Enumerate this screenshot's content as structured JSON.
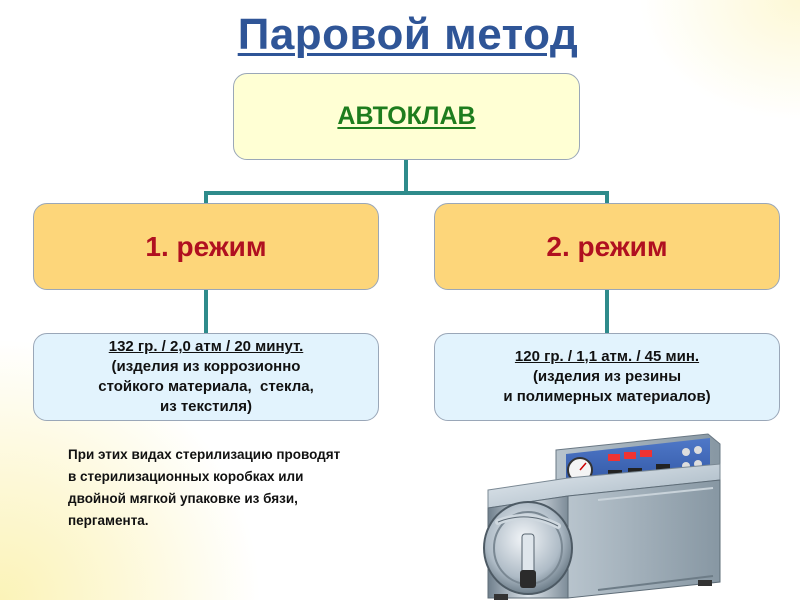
{
  "title": "Паровой метод",
  "root": {
    "label": "АВТОКЛАВ"
  },
  "modes": [
    {
      "label": "1. режим",
      "detail_lines": [
        "132 гр. / 2,0 атм / 20 минут.",
        "(изделия из коррозионно",
        "стойкого материала,  стекла,",
        "из текстиля)"
      ]
    },
    {
      "label": "2. режим",
      "detail_lines": [
        "120 гр. / 1,1 атм. / 45 мин.",
        "(изделия из резины",
        "и полимерных материалов)"
      ]
    }
  ],
  "note_lines": [
    "При этих видах стерилизацию проводят",
    "в стерилизационных коробках или",
    "двойной мягкой упаковке из бязи,",
    "пергамента."
  ],
  "colors": {
    "title": "#2f5597",
    "root_fill": "#ffffd4",
    "root_text": "#1e7d1e",
    "mode_fill": "#fdd67a",
    "mode_text": "#b01020",
    "detail_fill": "#e2f3fd",
    "connector": "#2e8b8b"
  },
  "illustration": {
    "icon": "autoclave-sterilizer-photo"
  }
}
